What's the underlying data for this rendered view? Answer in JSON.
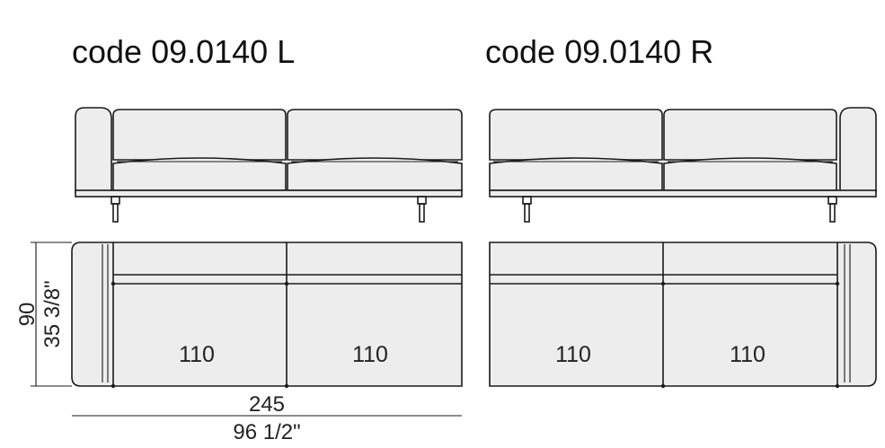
{
  "titles": {
    "left": "code 09.0140 L",
    "right": "code 09.0140 R"
  },
  "dimensions": {
    "depth_cm": "90",
    "depth_in": "35 3/8\"",
    "width_cm": "245",
    "width_in": "96 1/2\""
  },
  "seats": {
    "left": [
      "110",
      "110"
    ],
    "right": [
      "110",
      "110"
    ]
  },
  "colors": {
    "upholstery": "#ededed",
    "line": "#1a1a1a"
  }
}
